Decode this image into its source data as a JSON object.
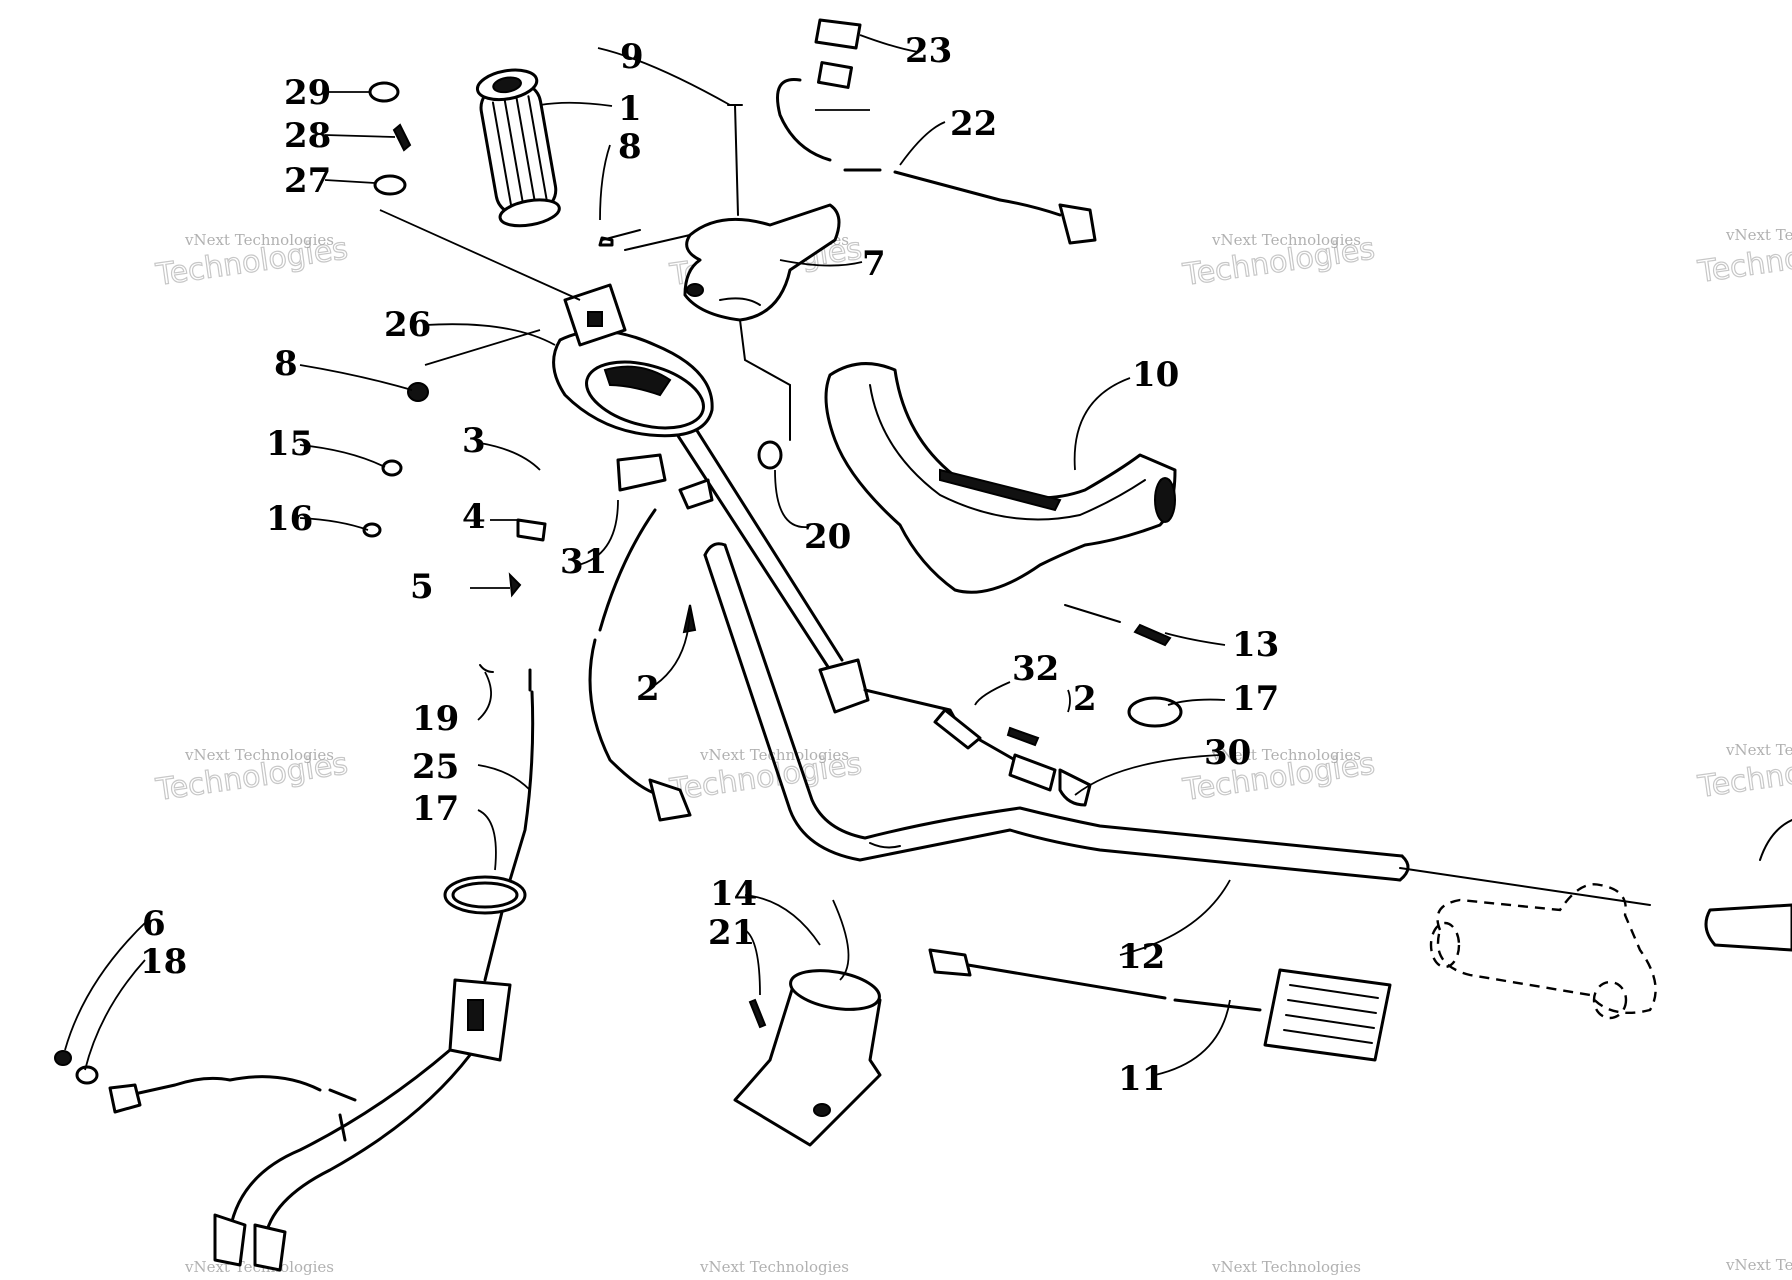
{
  "diagram": {
    "callouts": [
      "1",
      "2",
      "2",
      "3",
      "4",
      "5",
      "6",
      "7",
      "8",
      "8",
      "9",
      "10",
      "11",
      "12",
      "13",
      "14",
      "15",
      "16",
      "17",
      "17",
      "18",
      "19",
      "20",
      "21",
      "22",
      "23",
      "25",
      "26",
      "27",
      "28",
      "29",
      "30",
      "31",
      "32"
    ]
  },
  "watermark": {
    "line1": "vNext Technologies",
    "line2": "Technologies",
    "line2_partial": "Technol",
    "line1_partial": "vNext Tec"
  }
}
